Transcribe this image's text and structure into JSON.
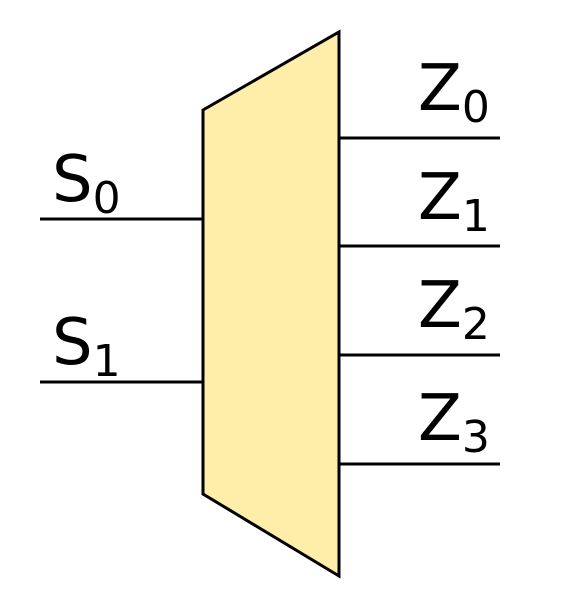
{
  "colors": {
    "body_fill": "#ffeeaa",
    "stroke": "#000000",
    "background": "#ffffff"
  },
  "inputs": [
    {
      "letter": "S",
      "index": "0"
    },
    {
      "letter": "S",
      "index": "1"
    }
  ],
  "outputs": [
    {
      "letter": "Z",
      "index": "0"
    },
    {
      "letter": "Z",
      "index": "1"
    },
    {
      "letter": "Z",
      "index": "2"
    },
    {
      "letter": "Z",
      "index": "3"
    }
  ]
}
